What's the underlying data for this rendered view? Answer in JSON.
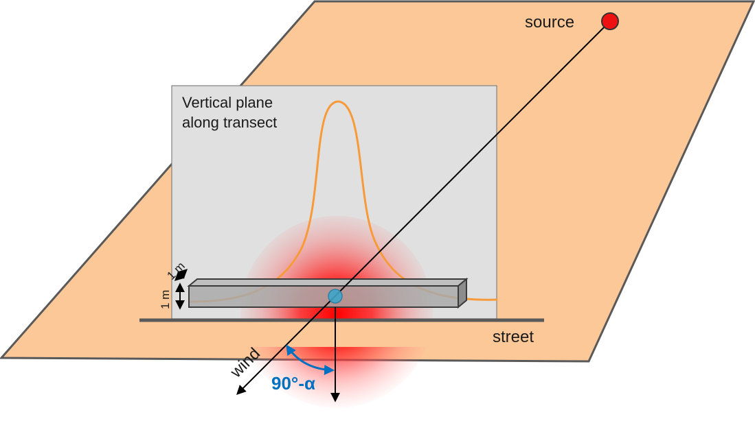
{
  "labels": {
    "source": "source",
    "plane_line1": "Vertical plane",
    "plane_line2": "along transect",
    "street": "street",
    "wind": "wind",
    "angle": "90°-α",
    "dim_width": "1 m",
    "dim_height": "1 m"
  },
  "colors": {
    "ground_fill": "#fdc898",
    "ground_stroke": "#595959",
    "plane_fill": "#e0e0e0",
    "plane_stroke": "#7f7f7f",
    "curve": "#f79a3a",
    "plume": "#ff0000",
    "source_fill": "#ee1111",
    "box_fill": "#a9a9a9",
    "receptor": "#3fa4c8",
    "angle": "#0070c0",
    "street": "#595959"
  },
  "icons": {
    "source_marker": "red-circle",
    "receptor_marker": "blue-circle"
  }
}
